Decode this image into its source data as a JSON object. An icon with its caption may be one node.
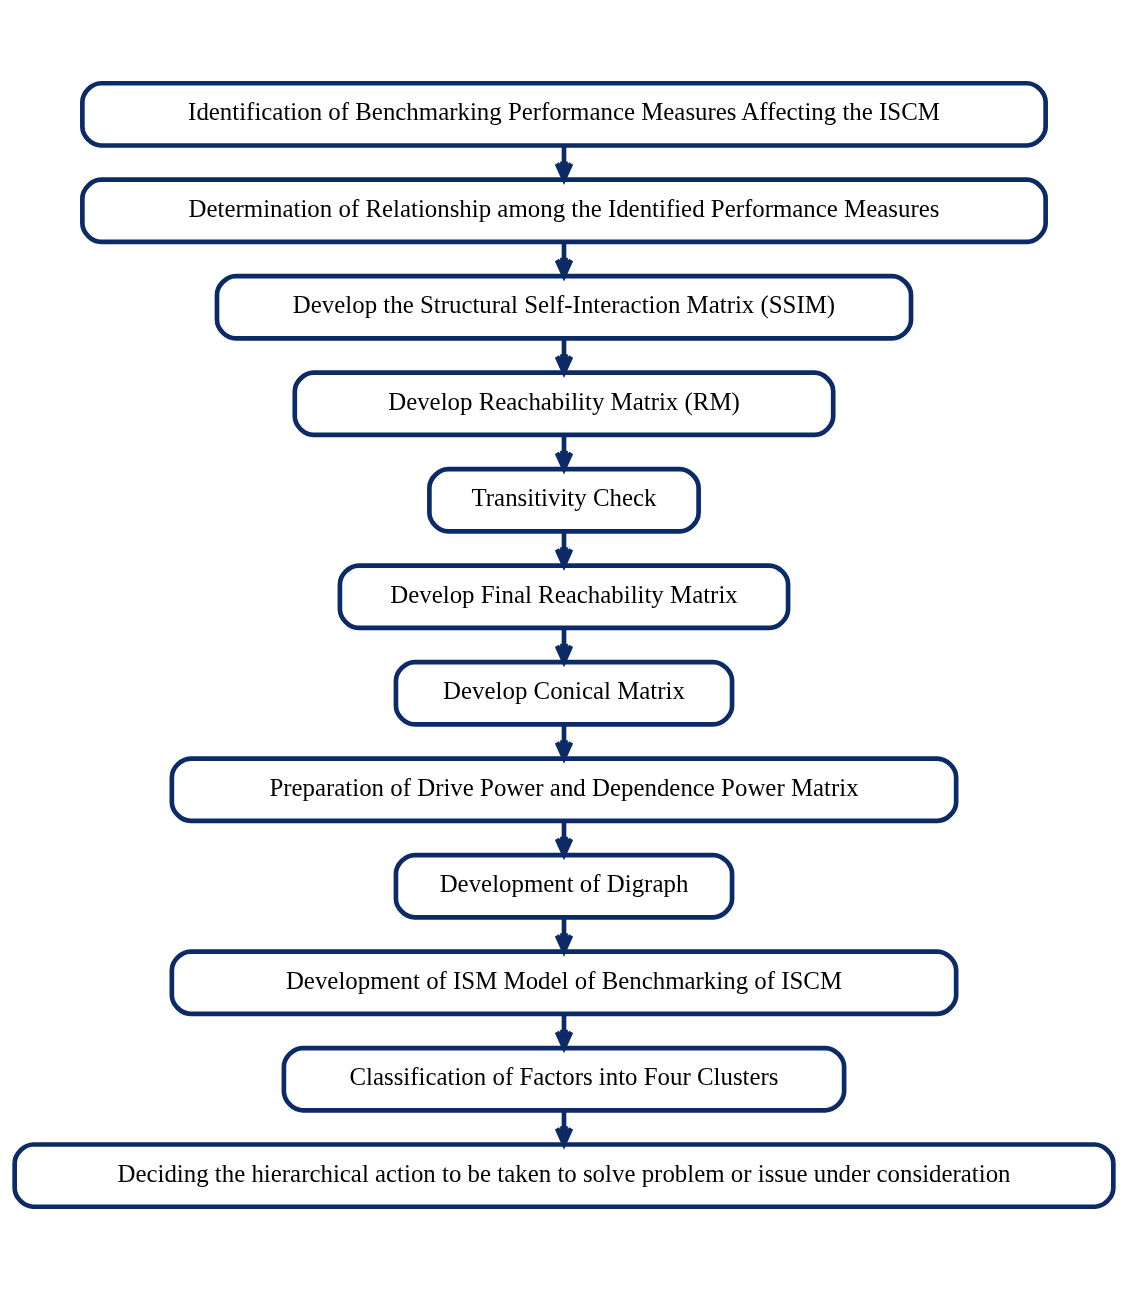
{
  "diagram": {
    "nodes": [
      {
        "text": [
          "Identification of Benchmarking Performance Measures Affecting the ISCM"
        ]
      },
      {
        "text": [
          "Determination of Relationship among the Identified Performance Measures"
        ]
      },
      {
        "text": [
          "Develop the Structural Self-Interaction Matrix (SSIM)"
        ]
      },
      {
        "text": [
          "Develop Reachability Matrix (RM)"
        ]
      },
      {
        "text": [
          "Transitivity Check"
        ]
      },
      {
        "text": [
          "Develop Final Reachability Matrix"
        ]
      },
      {
        "text": [
          "Develop Conical Matrix"
        ]
      },
      {
        "text": [
          "Preparation of Drive Power and Dependence Power Matrix"
        ]
      },
      {
        "text": [
          "Development of Digraph"
        ]
      },
      {
        "text": [
          "Development of ISM Model of Benchmarking of ISCM"
        ]
      },
      {
        "text": [
          "Classification of Factors into Four Clusters"
        ]
      },
      {
        "text": [
          "Deciding the hierarchical action to be taken to solve problem or issue under consideration"
        ]
      }
    ],
    "edges": [
      {
        "from": 0,
        "to": 1,
        "arrow": "to"
      },
      {
        "from": 1,
        "to": 2,
        "arrow": "to"
      },
      {
        "from": 2,
        "to": 3,
        "arrow": "to"
      },
      {
        "from": 3,
        "to": 4,
        "arrow": "to"
      },
      {
        "from": 4,
        "to": 5,
        "arrow": "to"
      },
      {
        "from": 5,
        "to": 6,
        "arrow": "to"
      },
      {
        "from": 6,
        "to": 7,
        "arrow": "to"
      },
      {
        "from": 7,
        "to": 8,
        "arrow": "to"
      },
      {
        "from": 8,
        "to": 9,
        "arrow": "to"
      },
      {
        "from": 9,
        "to": 10,
        "arrow": "to"
      },
      {
        "from": 10,
        "to": 11,
        "arrow": "to"
      }
    ]
  }
}
